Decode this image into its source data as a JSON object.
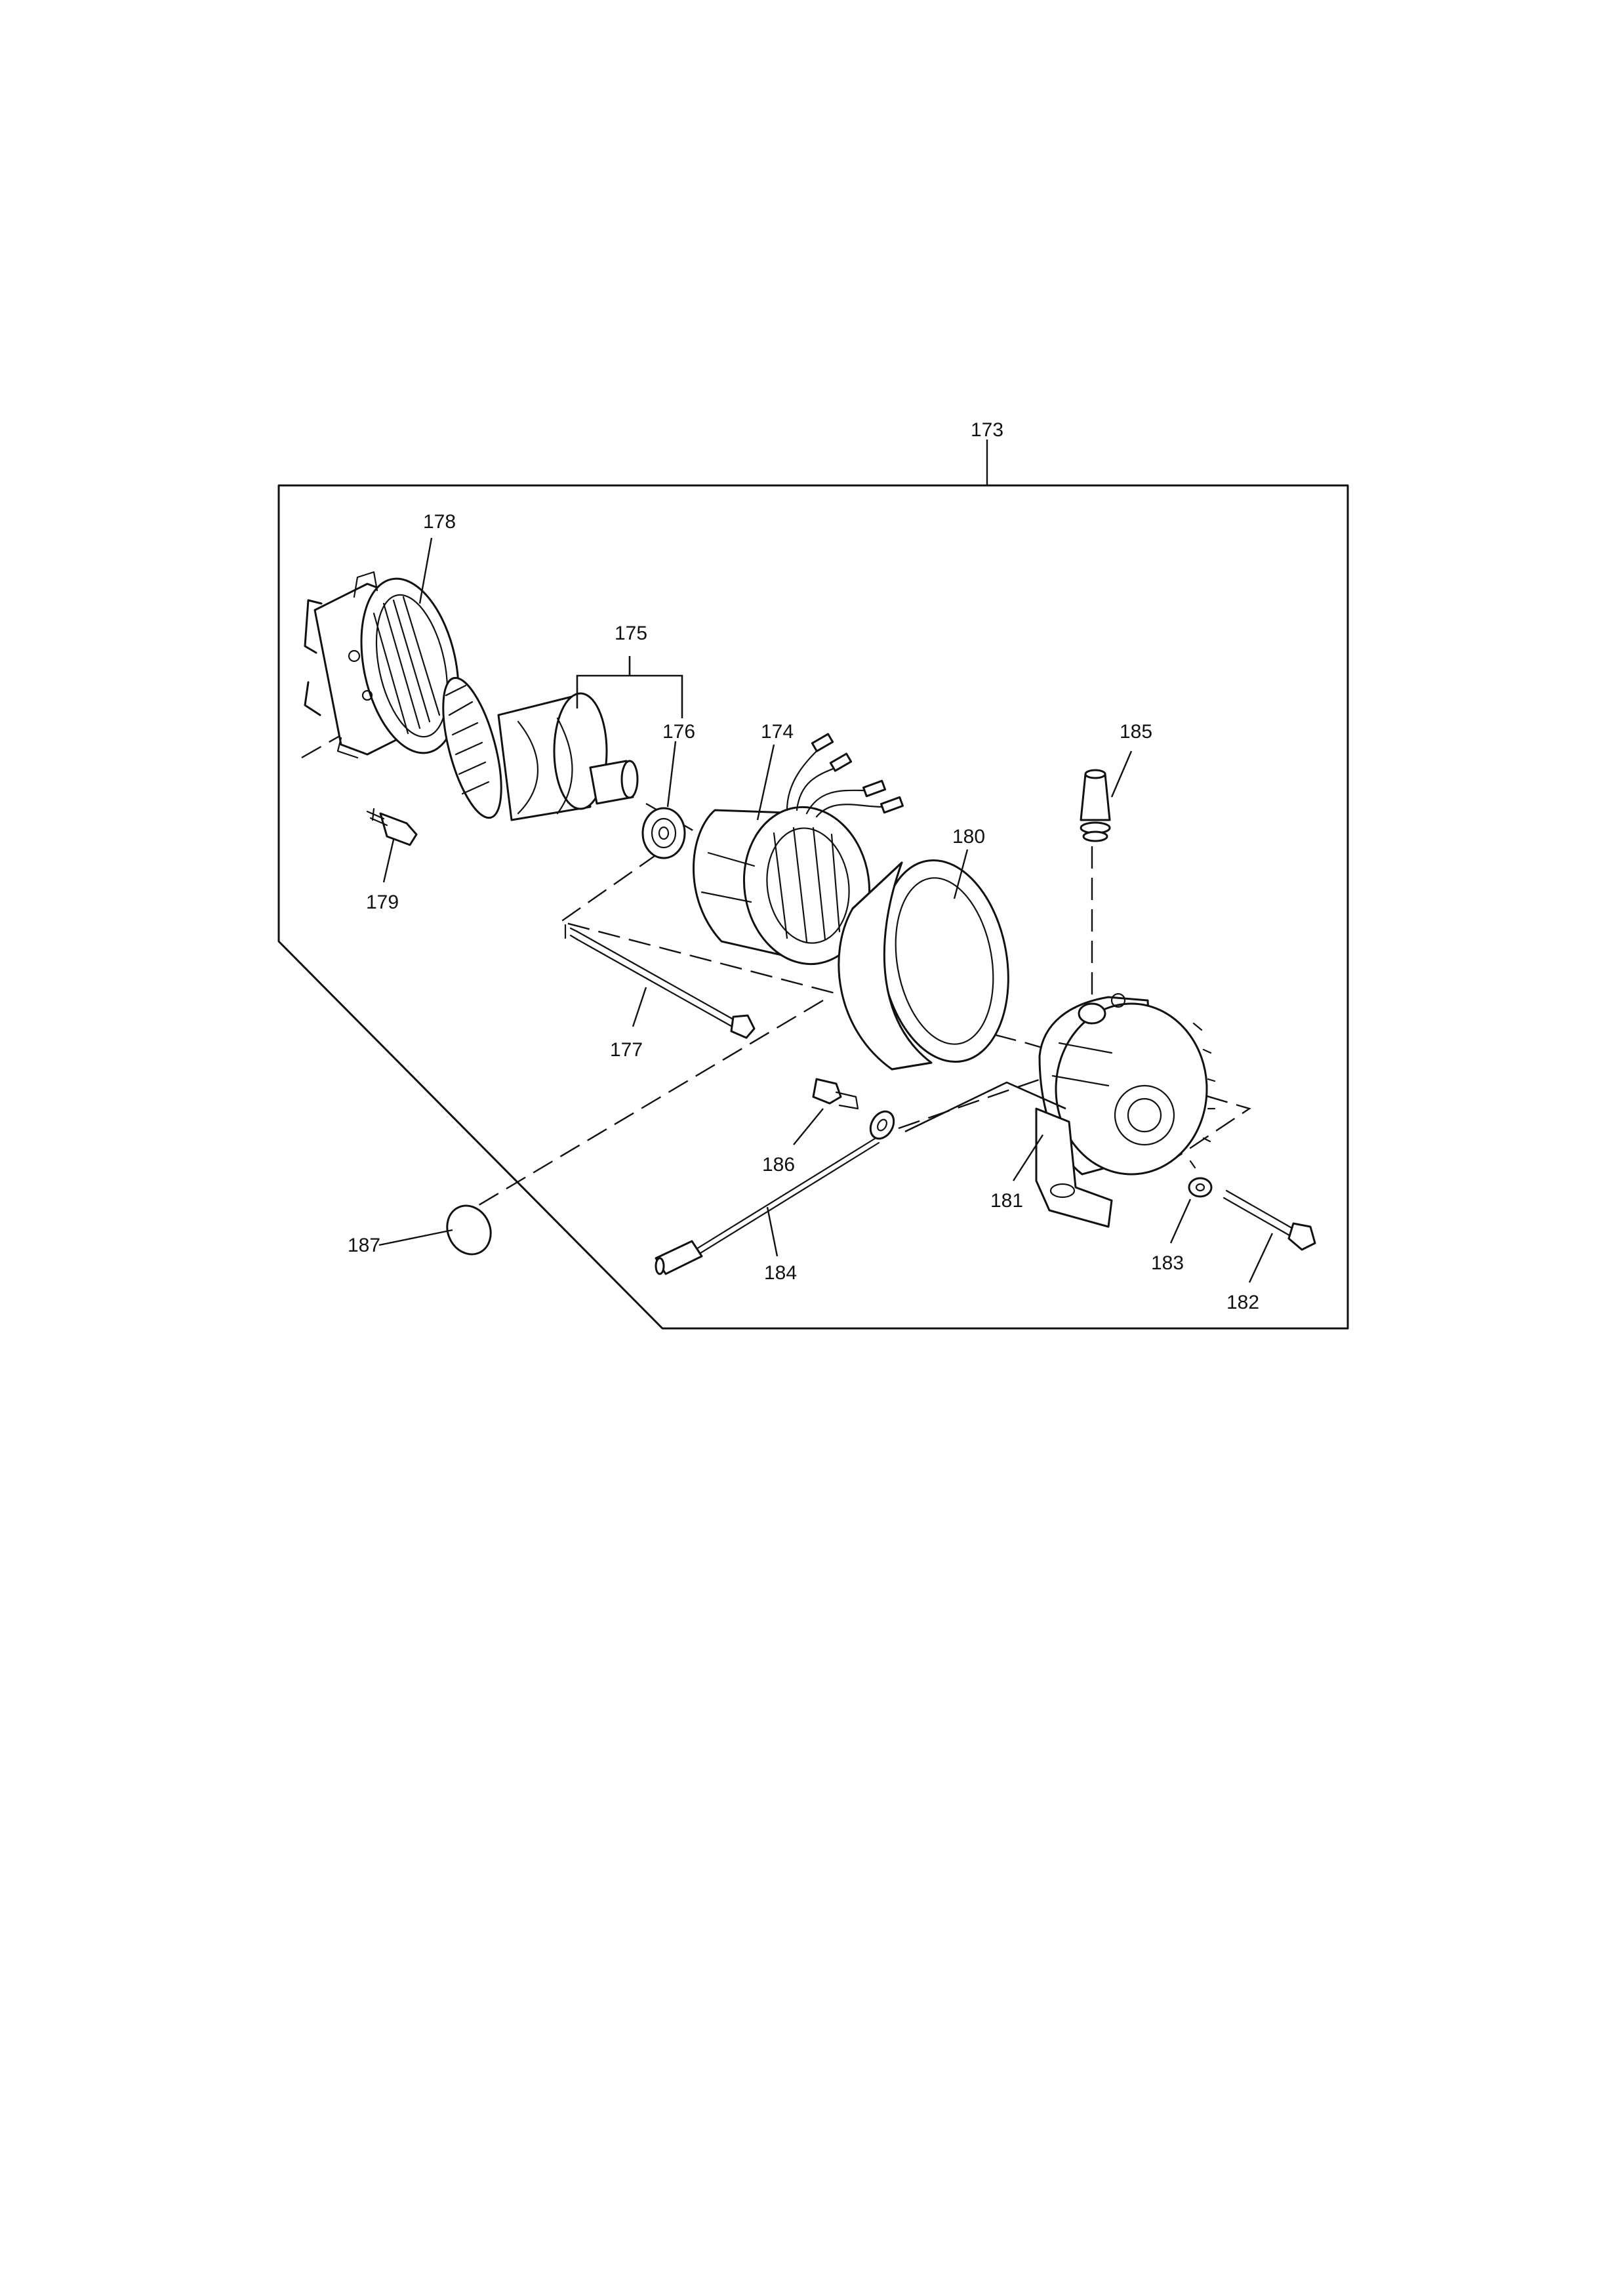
{
  "callouts": {
    "c173": "173",
    "c174": "174",
    "c175": "175",
    "c176": "176",
    "c177": "177",
    "c178": "178",
    "c179": "179",
    "c180": "180",
    "c181": "181",
    "c182": "182",
    "c183": "183",
    "c184": "184",
    "c185": "185",
    "c186": "186",
    "c187": "187"
  },
  "colors": {
    "line": "#111111",
    "background": "#ffffff"
  }
}
